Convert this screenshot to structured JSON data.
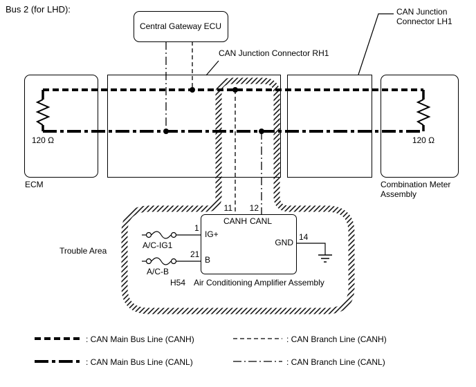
{
  "title": "Bus 2 (for LHD):",
  "colors": {
    "ink": "#000000",
    "paper": "#ffffff"
  },
  "nodes": {
    "central_gateway": "Central Gateway ECU",
    "junction_rh1": "CAN Junction Connector RH1",
    "junction_lh1": "CAN Junction Connector LH1",
    "ecm": "ECM",
    "combination_meter": "Combination Meter Assembly",
    "trouble_area": "Trouble Area"
  },
  "amplifier": {
    "code": "H54",
    "name": "Air Conditioning Amplifier Assembly"
  },
  "resistors": {
    "left": "120 Ω",
    "right": "120 Ω"
  },
  "pins": {
    "canh": {
      "num": "11",
      "label": "CANH"
    },
    "canl": {
      "num": "12",
      "label": "CANL"
    },
    "ig": {
      "num": "1",
      "label": "IG+"
    },
    "b": {
      "num": "21",
      "label": "B"
    },
    "gnd": {
      "num": "14",
      "label": "GND"
    }
  },
  "fuses": {
    "ac_ig1": "A/C-IG1",
    "ac_b": "A/C-B"
  },
  "legend": {
    "main_canh": ": CAN Main Bus Line (CANH)",
    "main_canl": ": CAN Main Bus Line (CANL)",
    "branch_canh": ": CAN Branch Line (CANH)",
    "branch_canl": ": CAN Branch Line (CANL)"
  }
}
